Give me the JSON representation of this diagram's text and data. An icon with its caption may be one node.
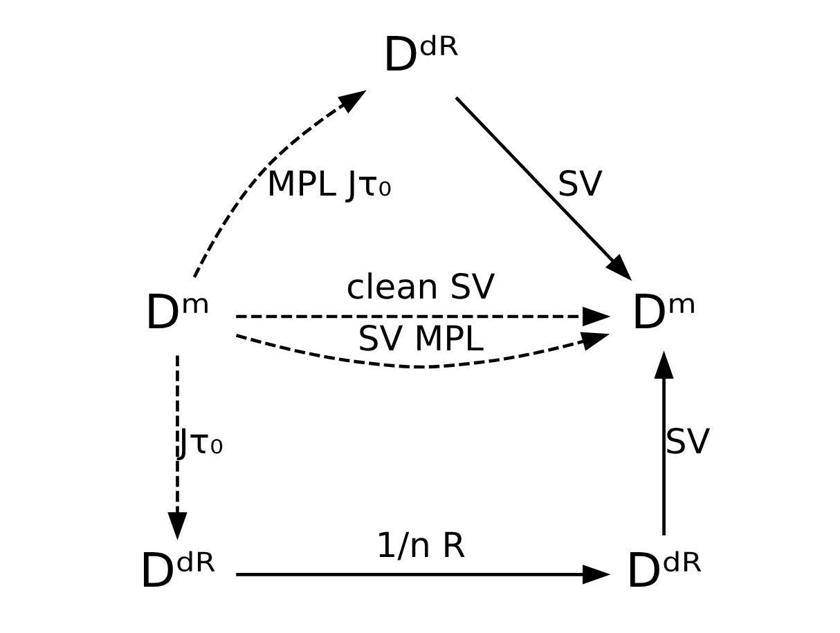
{
  "diagram": {
    "nodes": [
      {
        "text": [
          "Dᵐ"
        ]
      },
      {
        "text": [
          "Dᵈᴿ"
        ]
      },
      {
        "text": [
          "Dᵐ"
        ]
      },
      {
        "text": [
          "Dᵈᴿ"
        ]
      },
      {
        "text": [
          "Dᵈᴿ"
        ]
      }
    ],
    "edges": [
      {
        "from": 0,
        "to": 1,
        "arrow": "to",
        "style": "dashed",
        "label": "MPL Jτ₀"
      },
      {
        "from": 1,
        "to": 2,
        "arrow": "to",
        "label": "SV"
      },
      {
        "from": 0,
        "to": 2,
        "arrow": "to",
        "style": "dashed",
        "label": "SV MPL"
      },
      {
        "from": 0,
        "to": 2,
        "arrow": "to",
        "style": "dashed",
        "label": "clean SV"
      },
      {
        "from": 0,
        "to": 3,
        "arrow": "to",
        "style": "dashed",
        "label": "Jτ₀"
      },
      {
        "from": 3,
        "to": 4,
        "arrow": "to",
        "label": "1/n R"
      },
      {
        "from": 4,
        "to": 2,
        "arrow": "to",
        "label": "SV"
      }
    ]
  }
}
